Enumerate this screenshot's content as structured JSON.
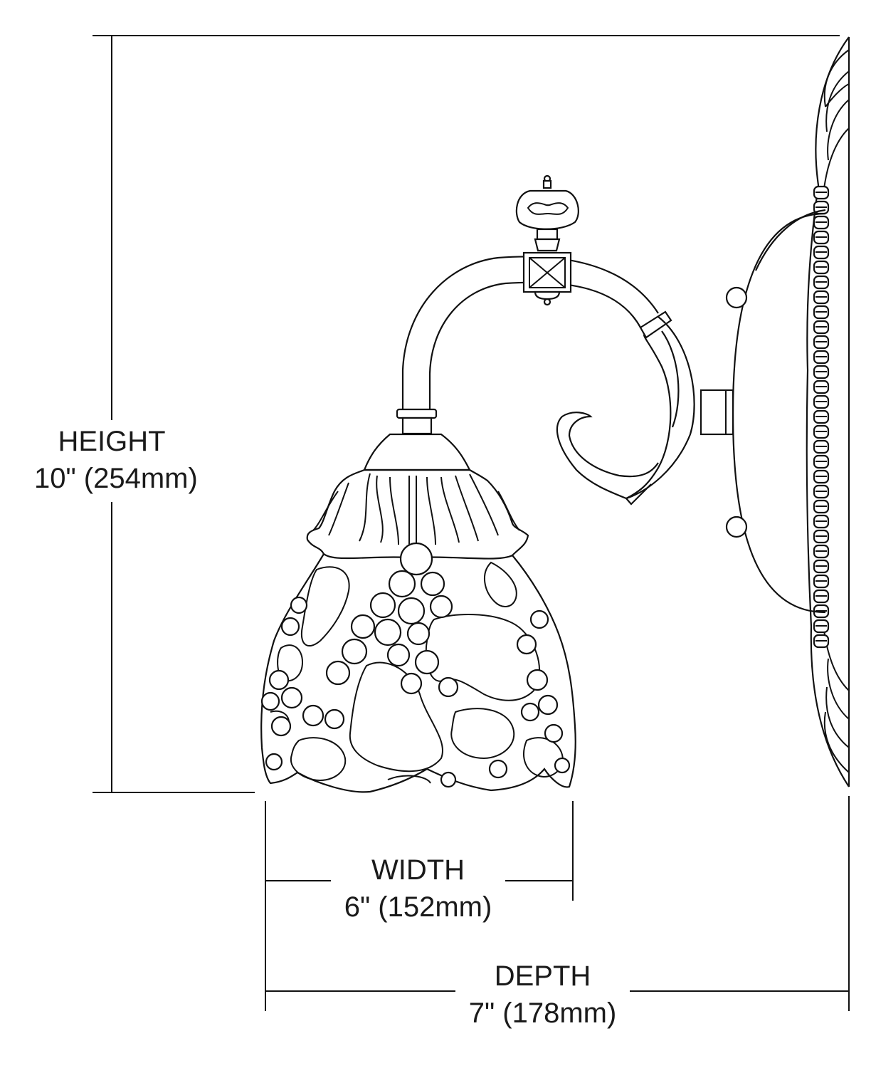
{
  "dimensions": {
    "height": {
      "label": "HEIGHT",
      "value": "10\" (254mm)"
    },
    "width": {
      "label": "WIDTH",
      "value": "6\" (152mm)"
    },
    "depth": {
      "label": "DEPTH",
      "value": "7\" (178mm)"
    }
  },
  "style": {
    "line_color": "#111111",
    "background": "#ffffff"
  }
}
